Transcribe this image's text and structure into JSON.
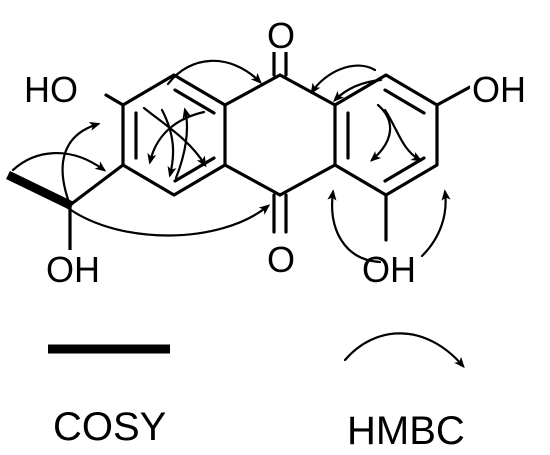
{
  "atoms": {
    "oh_top_left": "HO",
    "o_top": "O",
    "oh_top_right": "OH",
    "oh_bottom_left": "OH",
    "o_bottom": "O",
    "oh_bottom_right": "OH"
  },
  "legend": {
    "cosy_label": "COSY",
    "hmbc_label": "HMBC"
  }
}
